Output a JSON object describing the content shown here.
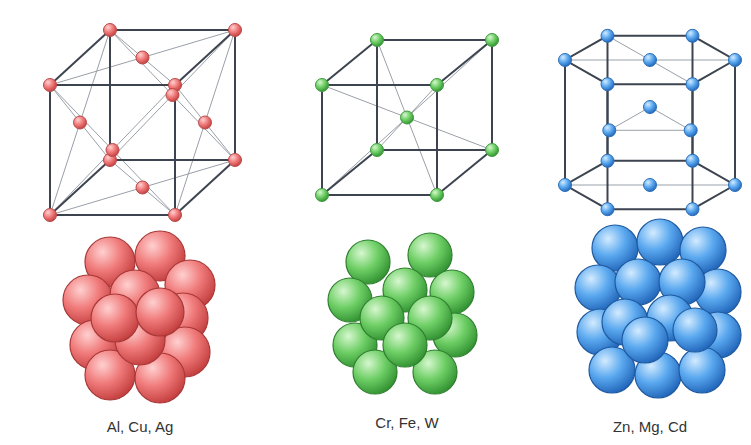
{
  "diagram": {
    "labels": [
      "Al, Cu, Ag",
      "Cr, Fe, W",
      "Zn, Mg, Cd"
    ]
  }
}
